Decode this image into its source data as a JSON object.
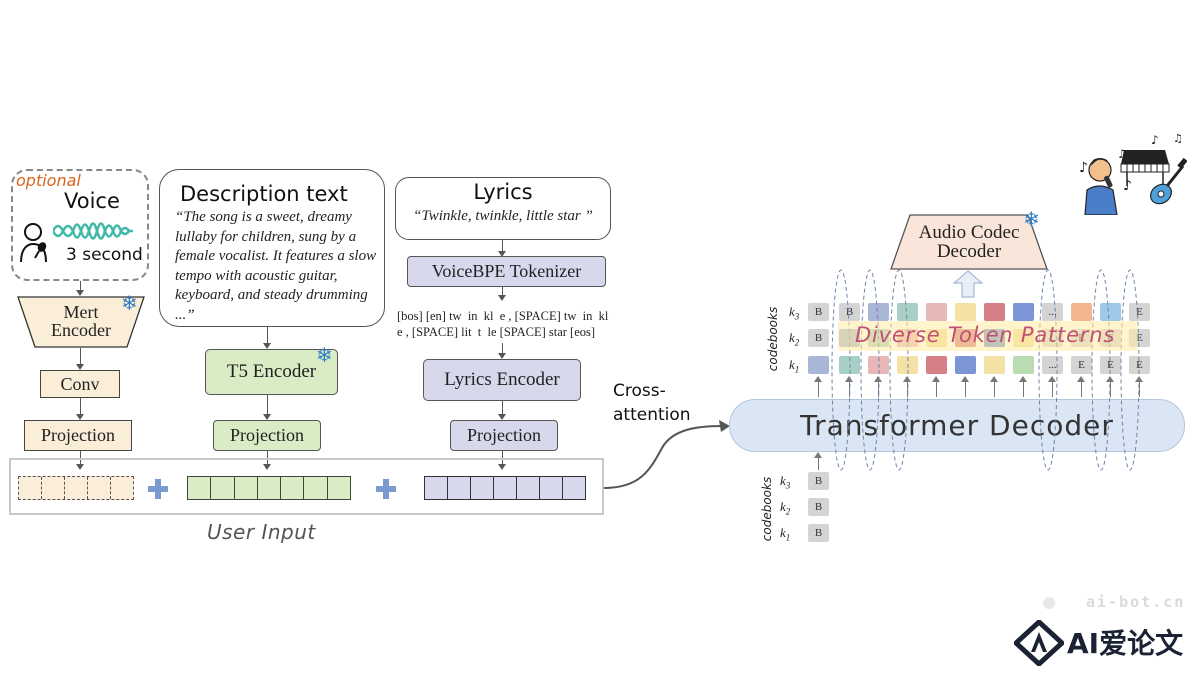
{
  "voice": {
    "optional_label": "optional",
    "title": "Voice",
    "duration": "3 second"
  },
  "mert_encoder": {
    "label_line1": "Mert",
    "label_line2": "Encoder"
  },
  "conv": {
    "label": "Conv"
  },
  "voice_projection": {
    "label": "Projection"
  },
  "description": {
    "title": "Description text",
    "text": "“The song is a sweet, dreamy lullaby for children, sung by a female vocalist. It features a slow tempo with acoustic guitar, keyboard, and steady drumming ...”"
  },
  "t5_encoder": {
    "label": "T5 Encoder"
  },
  "desc_projection": {
    "label": "Projection"
  },
  "lyrics": {
    "title": "Lyrics",
    "text": "“Twinkle, twinkle, little star ”"
  },
  "tokenizer": {
    "label": "VoiceBPE Tokenizer"
  },
  "token_sequence": {
    "line1": "[bos] [en] tw  in  kl  e , [SPACE] tw  in  kl",
    "line2": "e , [SPACE] lit  t  le [SPACE] star [eos]"
  },
  "lyrics_encoder": {
    "label": "Lyrics Encoder"
  },
  "lyrics_projection": {
    "label": "Projection"
  },
  "user_input": {
    "label": "User Input"
  },
  "plus_sign": "+",
  "cross_attention": {
    "line1": "Cross-",
    "line2": "attention"
  },
  "transformer": {
    "label": "Transformer Decoder"
  },
  "audio_codec": {
    "line1": "Audio Codec",
    "line2": "Decoder"
  },
  "token_patterns": {
    "label": "Diverse Token Patterns"
  },
  "codebooks": {
    "label": "codebooks",
    "k1": "k",
    "k2": "k",
    "k3": "k",
    "sub1": "1",
    "sub2": "2",
    "sub3": "3"
  },
  "tokens": {
    "begin": "B",
    "end": "E",
    "ellipsis": "..."
  },
  "watermark": {
    "site": "ai-bot.cn",
    "brand": "AI爱论文"
  },
  "colors": {
    "voice_accent": "#d9641e",
    "t5_green": "#d9ecc6",
    "lyrics_purple": "#d7d8ec",
    "transformer_blue": "#dbe6f5",
    "codec_peach": "#f9e5da",
    "pattern_text": "#c0507a",
    "snowflake": "#2f7fc6"
  },
  "icons": [
    "singer-icon",
    "waveform-icon",
    "snowflake-icon",
    "plus-icon",
    "piano-icon",
    "guitar-icon",
    "music-notes-icon",
    "audio-waveform-icon",
    "logo-icon"
  ]
}
